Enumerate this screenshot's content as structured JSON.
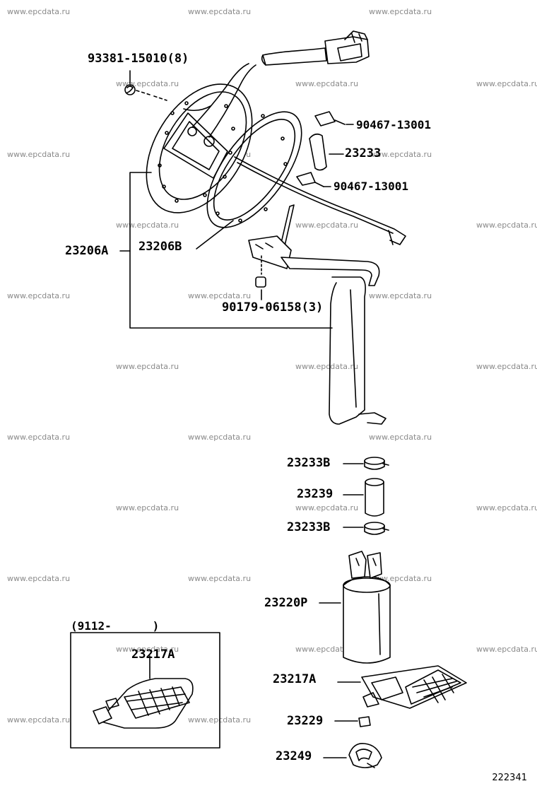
{
  "watermark": "www.epcdata.ru",
  "watermark_count": 32,
  "figure_number": "222341",
  "inset_date_range": "(9112-      )",
  "parts": {
    "screw_9338115010": "93381-15010(8)",
    "clip_9046713001_top": "90467-13001",
    "hose_23233": "23233",
    "clip_9046713001_bottom": "90467-13001",
    "gauge_23206A": "23206A",
    "gasket_23206B": "23206B",
    "nut_9017906158": "90179-06158(3)",
    "clamp_23233B_top": "23233B",
    "hose_23239": "23239",
    "clamp_23233B_bottom": "23233B",
    "pump_23220P": "23220P",
    "filter_23217A": "23217A",
    "inset_filter_23217A": "23217A",
    "cushion_23229": "23229",
    "retainer_23249": "23249"
  }
}
